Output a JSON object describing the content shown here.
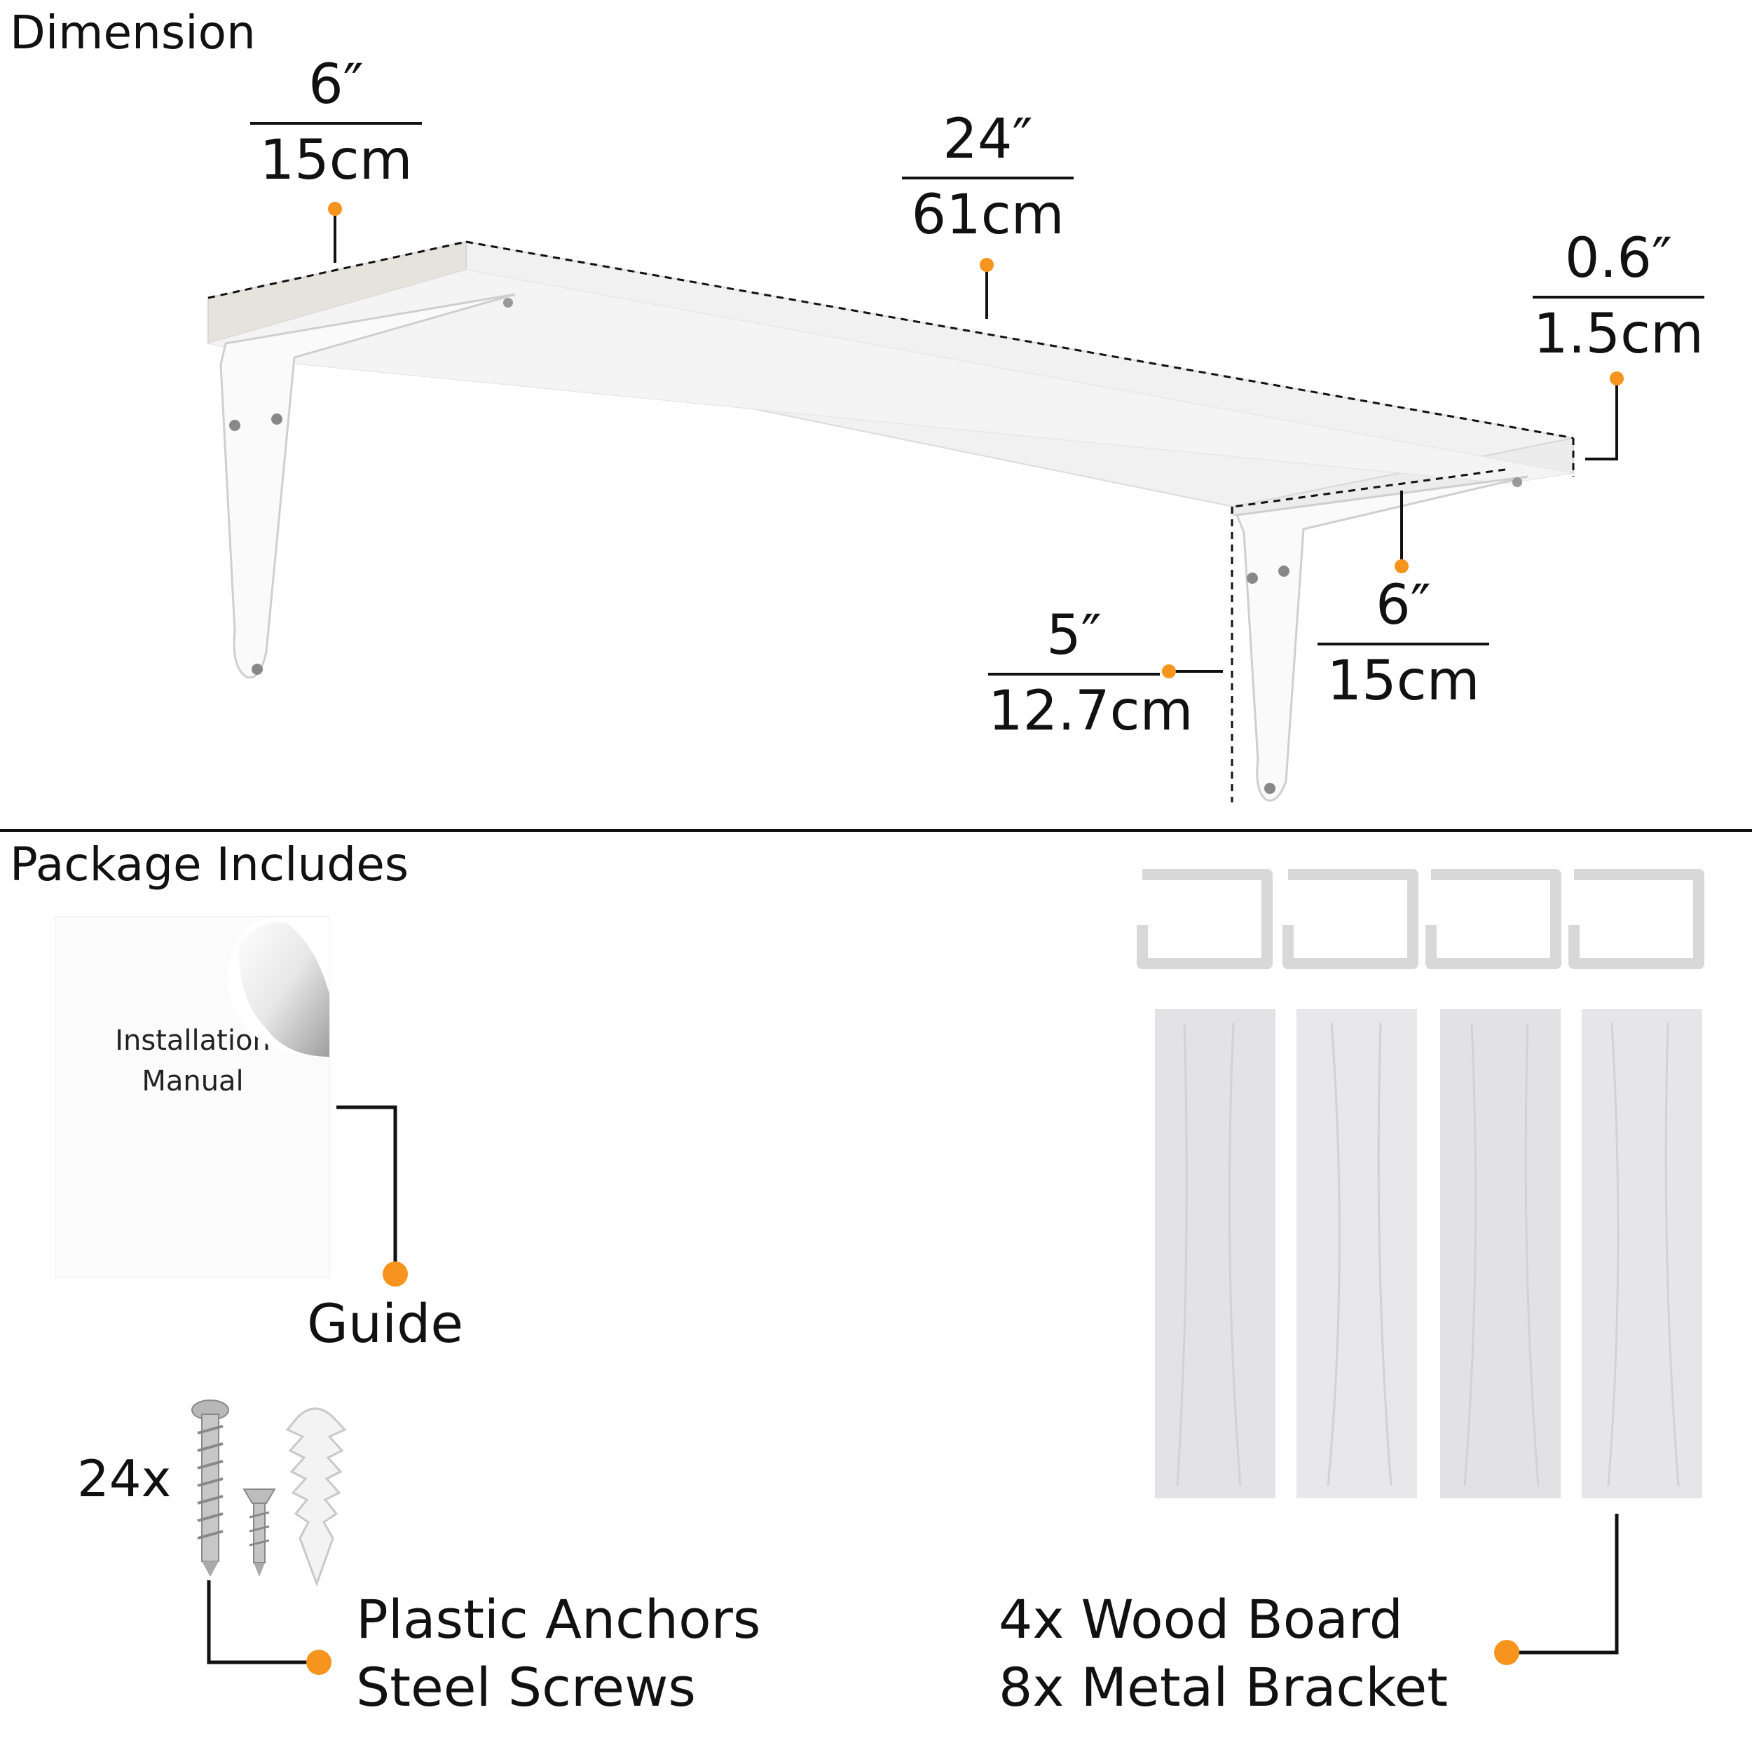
{
  "sections": {
    "dimension_title": "Dimension",
    "package_title": "Package Includes"
  },
  "dimensions": {
    "depth_top": {
      "imperial": "6″",
      "metric": "15cm"
    },
    "length": {
      "imperial": "24″",
      "metric": "61cm"
    },
    "thickness": {
      "imperial": "0.6″",
      "metric": "1.5cm"
    },
    "bracket_depth": {
      "imperial": "6″",
      "metric": "15cm"
    },
    "bracket_height": {
      "imperial": "5″",
      "metric": "12.7cm"
    }
  },
  "package": {
    "manual_line1": "Installation",
    "manual_line2": "Manual",
    "guide_label": "Guide",
    "hardware_count": "24x",
    "hardware_line1": "Plastic Anchors",
    "hardware_line2": "Steel Screws",
    "boards_line1": "4x Wood Board",
    "boards_line2": "8x Metal Bracket"
  },
  "colors": {
    "accent": "#F7941D",
    "line": "#111111",
    "board": "#E4E4E6",
    "bracket": "#DADADA"
  }
}
